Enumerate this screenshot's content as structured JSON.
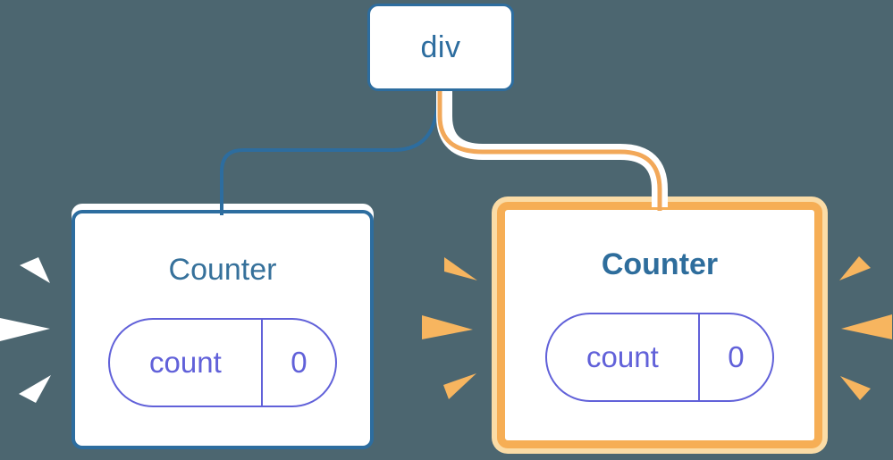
{
  "diagram": {
    "description": "React component tree: a div parent with two Counter children, each holding count state; the right Counter is highlighted as re-rendered",
    "root_node": {
      "label": "div"
    },
    "counters": [
      {
        "title": "Counter",
        "state_key": "count",
        "state_value": "0",
        "highlighted": false
      },
      {
        "title": "Counter",
        "state_key": "count",
        "state_value": "0",
        "highlighted": true
      }
    ]
  },
  "colors": {
    "background": "#4C6670",
    "node_fill": "#FFFFFF",
    "node_border_blue": "#2D6D9F",
    "title_blue": "#36719B",
    "title_blue_bold": "#2E6D9C",
    "state_pill_indigo": "#6161D9",
    "connector_blue": "#2D6D9F",
    "connector_orange": "#F2A859",
    "connector_casing_white": "#FFFFFF",
    "highlight_ring_orange": "#F6AE55",
    "highlight_ring_light": "#FBDCA6",
    "spark_orange": "#F7B55F",
    "spark_white": "#FFFFFF"
  }
}
